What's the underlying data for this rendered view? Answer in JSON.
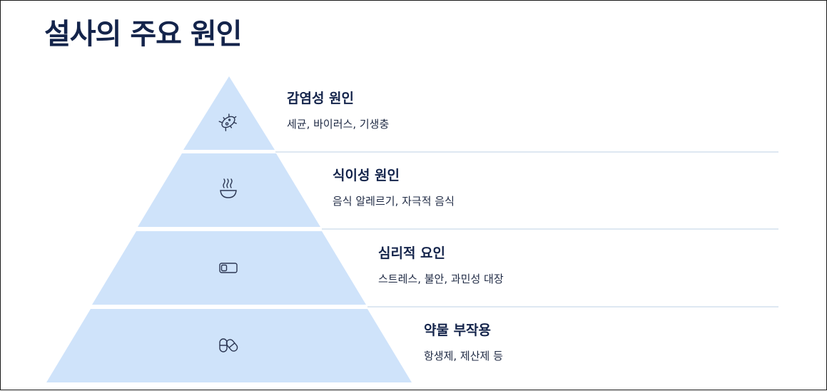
{
  "page": {
    "title": "설사의 주요 원인"
  },
  "colors": {
    "tier_fill": "#cfe3fa",
    "divider": "#d3e0ee",
    "text": "#14244b",
    "icon": "#2b3652"
  },
  "tiers": [
    {
      "heading": "감염성 원인",
      "description": "세균, 바이러스, 기생충",
      "icon": "bacteria-icon"
    },
    {
      "heading": "식이성 원인",
      "description": "음식 알레르기, 자극적 음식",
      "icon": "food-bowl-icon"
    },
    {
      "heading": "심리적 요인",
      "description": "스트레스, 불안, 과민성 대장",
      "icon": "mood-meter-icon"
    },
    {
      "heading": "약물 부작용",
      "description": "항생제, 제산제 등",
      "icon": "pills-icon"
    }
  ]
}
